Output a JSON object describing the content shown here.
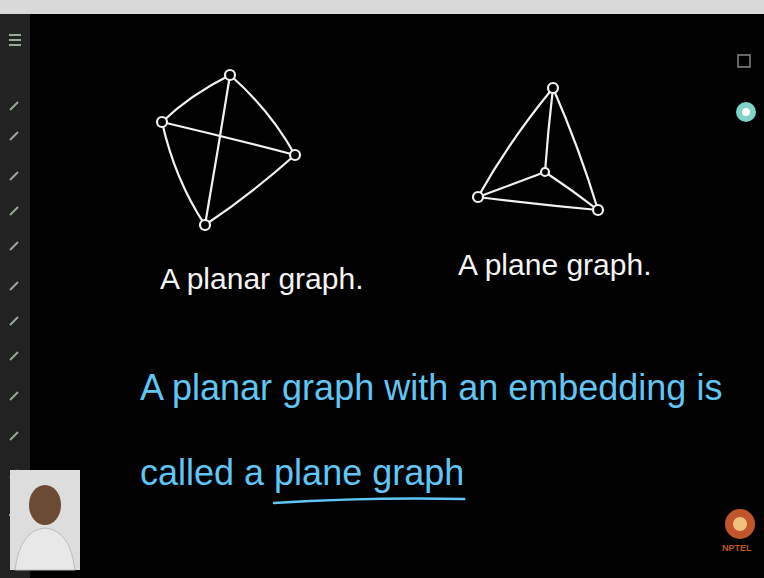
{
  "diagram": {
    "labels": [
      "A planar graph.",
      "A plane graph.",
      "A planar graph with an embedding is called a plane graph",
      "NPTEL"
    ]
  }
}
